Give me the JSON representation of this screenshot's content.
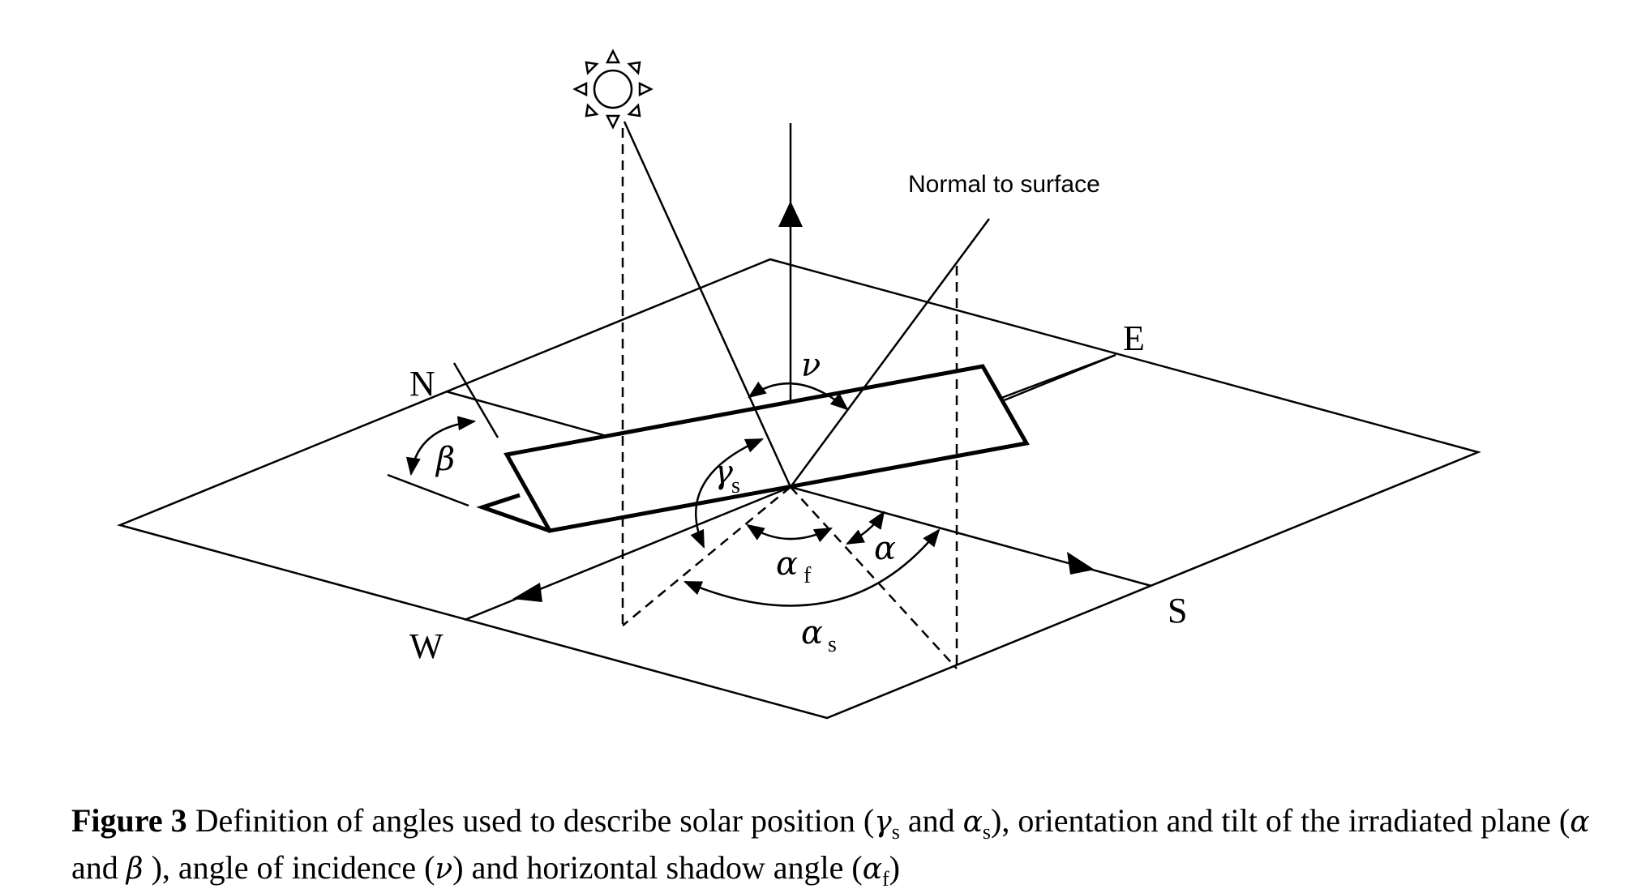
{
  "labels": {
    "north": "N",
    "east": "E",
    "south": "S",
    "west": "W",
    "normal": "Normal to surface",
    "nu": "ν",
    "beta": "β",
    "gamma": "γ",
    "gamma_sub": "s",
    "alpha": "α",
    "alpha_f": "α",
    "alpha_f_sub": "f",
    "alpha_s": "α",
    "alpha_s_sub": "s"
  },
  "caption": {
    "figure_label": "Figure 3",
    "t1": " Definition of angles used to describe solar position (",
    "g1": "γ",
    "g1_sub": "s",
    "t2": " and ",
    "a1": "α",
    "a1_sub": "s",
    "t3": "), orientation and tilt of the irradiated plane (",
    "a2": "α",
    "t4": " and ",
    "b1": "β",
    "t5": " ), angle of incidence (",
    "n1": "ν",
    "t6": ") and horizontal shadow angle (",
    "a3": "α",
    "a3_sub": "f",
    "t7": ")"
  },
  "icons": [
    "sun-icon"
  ],
  "colors": {
    "ink": "#000000",
    "background": "#ffffff"
  }
}
